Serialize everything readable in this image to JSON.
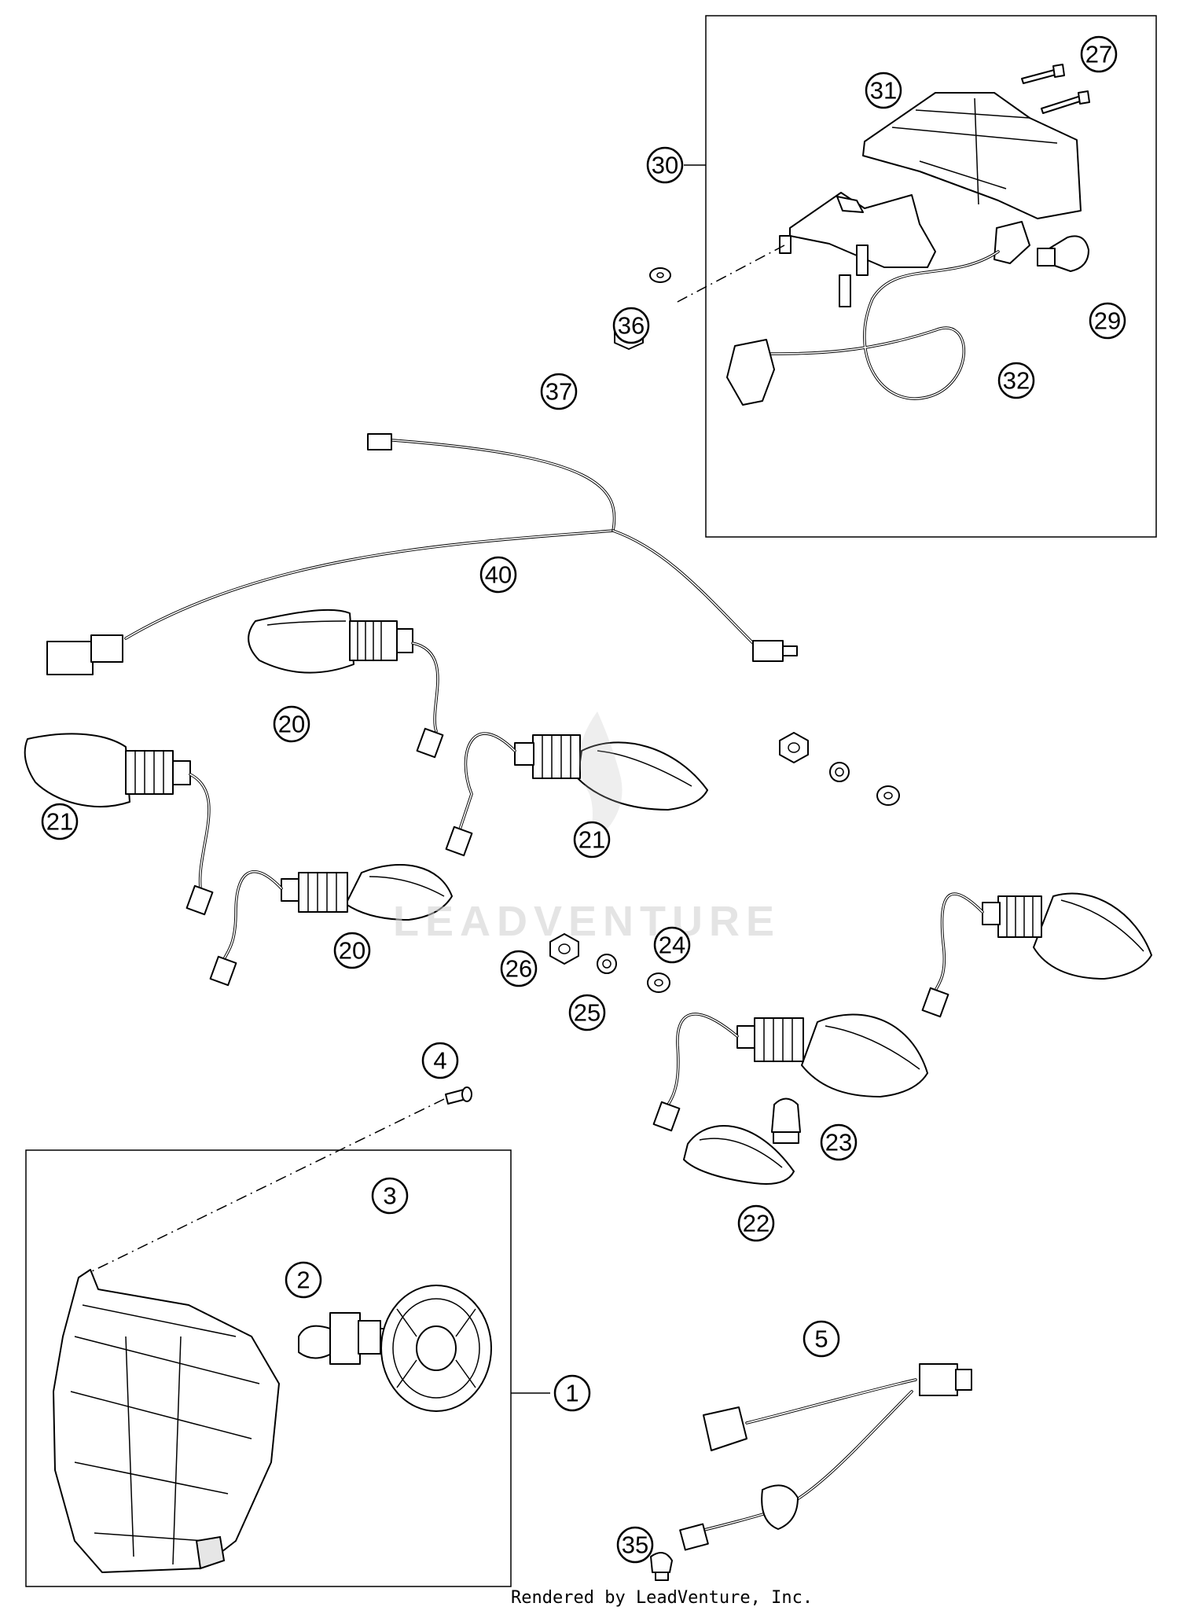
{
  "callouts": {
    "c1": "1",
    "c2": "2",
    "c3": "3",
    "c4": "4",
    "c5": "5",
    "c20a": "20",
    "c20b": "20",
    "c21a": "21",
    "c21b": "21",
    "c22": "22",
    "c23": "23",
    "c24": "24",
    "c25": "25",
    "c26": "26",
    "c27": "27",
    "c29": "29",
    "c30": "30",
    "c31": "31",
    "c32": "32",
    "c35": "35",
    "c36": "36",
    "c37": "37",
    "c40": "40"
  },
  "watermark": "LEADVENTURE",
  "footer": "Rendered by LeadVenture, Inc."
}
